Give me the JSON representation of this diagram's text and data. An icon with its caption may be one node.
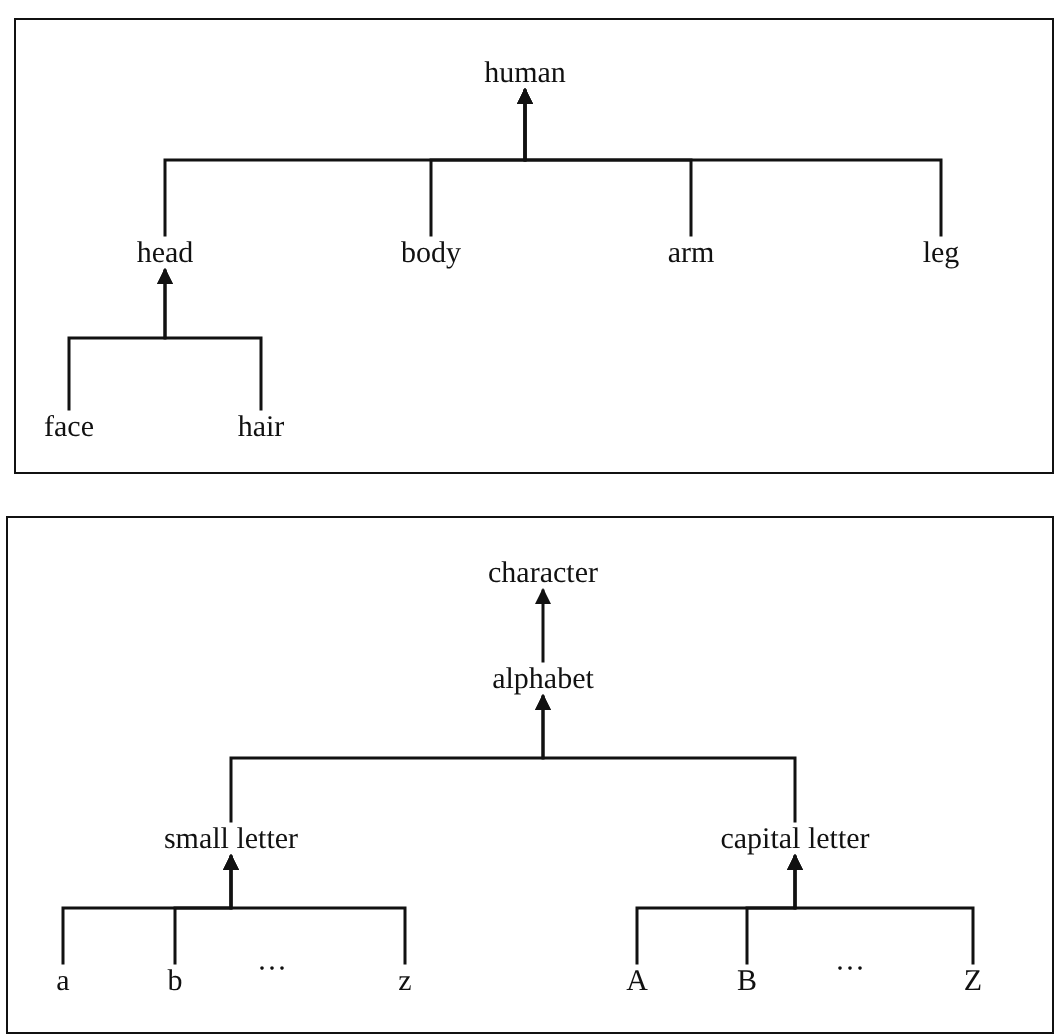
{
  "diagram": {
    "nodes": [
      {
        "text": [],
        "shape": "box"
      },
      {
        "text": [
          "human"
        ],
        "in": 0
      },
      {
        "text": [
          "head"
        ],
        "in": 0
      },
      {
        "text": [
          "body"
        ],
        "in": 0
      },
      {
        "text": [
          "arm"
        ],
        "in": 0
      },
      {
        "text": [
          "leg"
        ],
        "in": 0
      },
      {
        "text": [
          "face"
        ],
        "in": 0
      },
      {
        "text": [
          "hair"
        ],
        "in": 0
      },
      {
        "text": [],
        "shape": "box"
      },
      {
        "text": [
          "character"
        ],
        "in": 8
      },
      {
        "text": [
          "alphabet"
        ],
        "in": 8
      },
      {
        "text": [
          "small letter"
        ],
        "in": 8
      },
      {
        "text": [
          "capital letter"
        ],
        "in": 8
      },
      {
        "text": [
          "a"
        ],
        "in": 8
      },
      {
        "text": [
          "b"
        ],
        "in": 8
      },
      {
        "text": [
          "z"
        ],
        "in": 8
      },
      {
        "text": [
          "A"
        ],
        "in": 8
      },
      {
        "text": [
          "B"
        ],
        "in": 8
      },
      {
        "text": [
          "Z"
        ],
        "in": 8
      }
    ],
    "edges": [
      {
        "from": 2,
        "to": 1,
        "arrow": "to"
      },
      {
        "from": 3,
        "to": 1,
        "arrow": "to"
      },
      {
        "from": 4,
        "to": 1,
        "arrow": "to"
      },
      {
        "from": 5,
        "to": 1,
        "arrow": "to"
      },
      {
        "from": 6,
        "to": 2,
        "arrow": "to"
      },
      {
        "from": 7,
        "to": 2,
        "arrow": "to"
      },
      {
        "from": 10,
        "to": 9,
        "arrow": "to"
      },
      {
        "from": 11,
        "to": 10,
        "arrow": "to"
      },
      {
        "from": 12,
        "to": 10,
        "arrow": "to"
      },
      {
        "from": 13,
        "to": 11,
        "arrow": "to"
      },
      {
        "from": 14,
        "to": 11,
        "arrow": "to"
      },
      {
        "from": 15,
        "to": 11,
        "arrow": "to"
      },
      {
        "from": 16,
        "to": 12,
        "arrow": "to"
      },
      {
        "from": 17,
        "to": 12,
        "arrow": "to"
      },
      {
        "from": 18,
        "to": 12,
        "arrow": "to"
      }
    ],
    "labels": [
      "···",
      "···"
    ]
  }
}
